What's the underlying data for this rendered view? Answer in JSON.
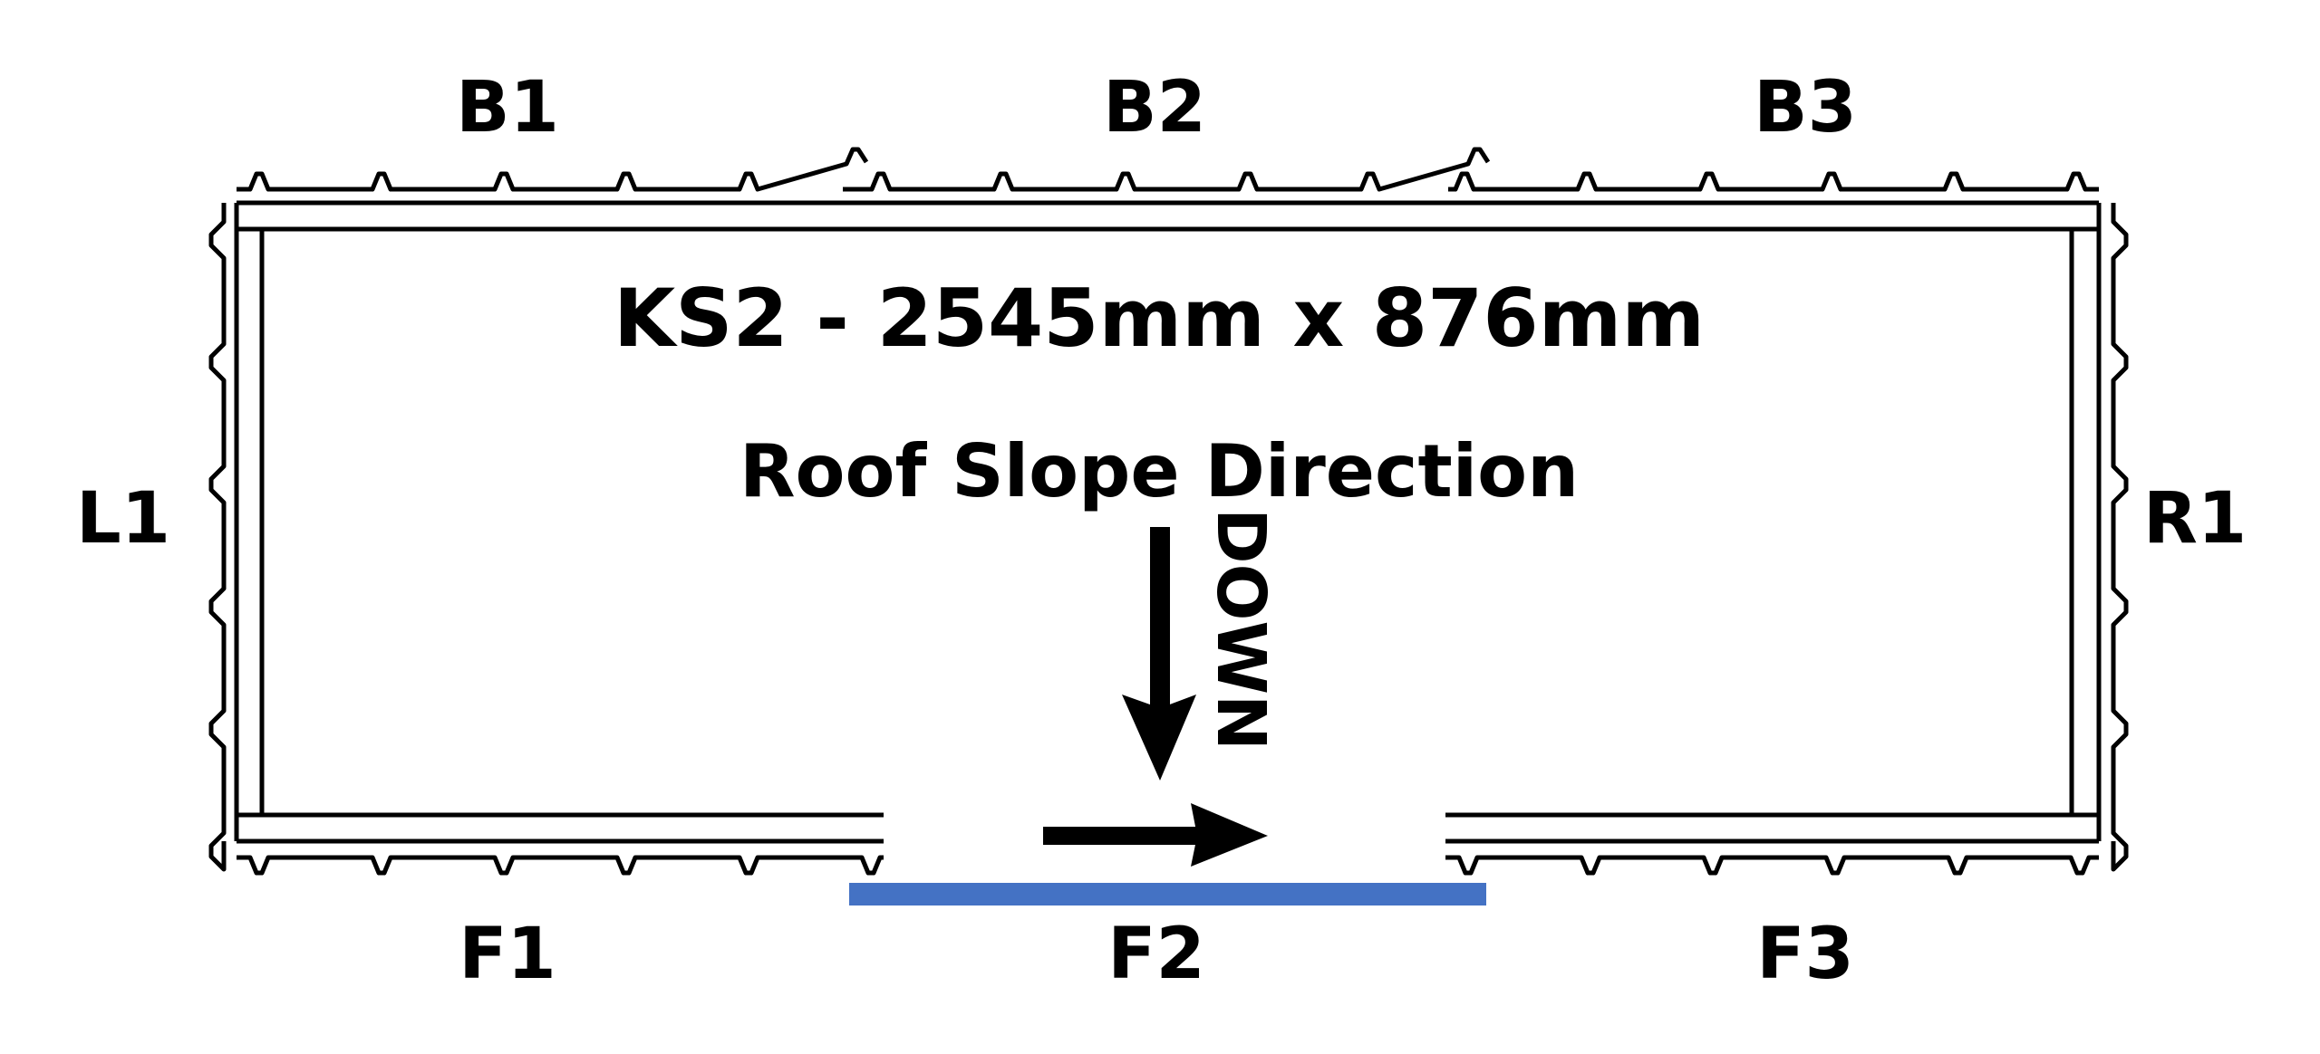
{
  "title": "KS2 - 2545mm x 876mm",
  "subtitle": "Roof Slope Direction",
  "direction_label": "DOWN",
  "edges": {
    "back": [
      "B1",
      "B2",
      "B3"
    ],
    "front": [
      "F1",
      "F2",
      "F3"
    ],
    "left": "L1",
    "right": "R1"
  },
  "colors": {
    "highlight": "#4472c4",
    "line": "#000000"
  },
  "icons": {
    "down_arrow": "arrow-down-icon",
    "right_arrow": "arrow-right-icon"
  }
}
